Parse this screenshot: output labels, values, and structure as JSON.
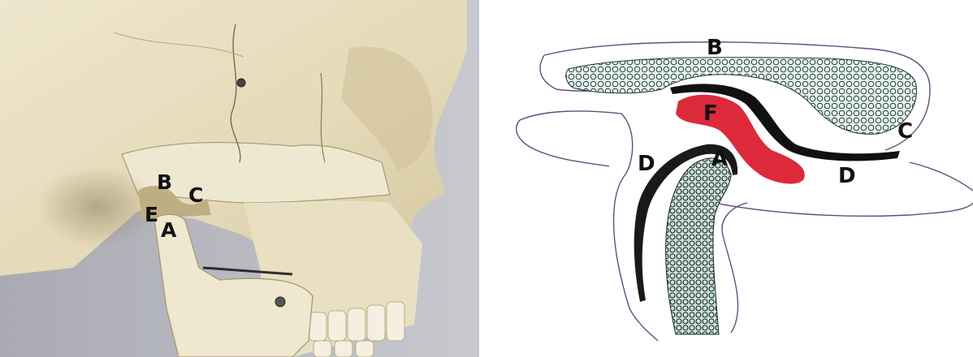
{
  "left_photo": {
    "labels": {
      "B": "B",
      "C": "C",
      "E": "E",
      "A": "A"
    }
  },
  "right_drawing": {
    "labels": {
      "B": "B",
      "F": "F",
      "C": "C",
      "D_left": "D",
      "A": "A",
      "D_right": "D"
    },
    "colors": {
      "disc": "#d9182a",
      "bone_fill": "#e8f2ef",
      "outline": "#6a4a7a"
    }
  }
}
